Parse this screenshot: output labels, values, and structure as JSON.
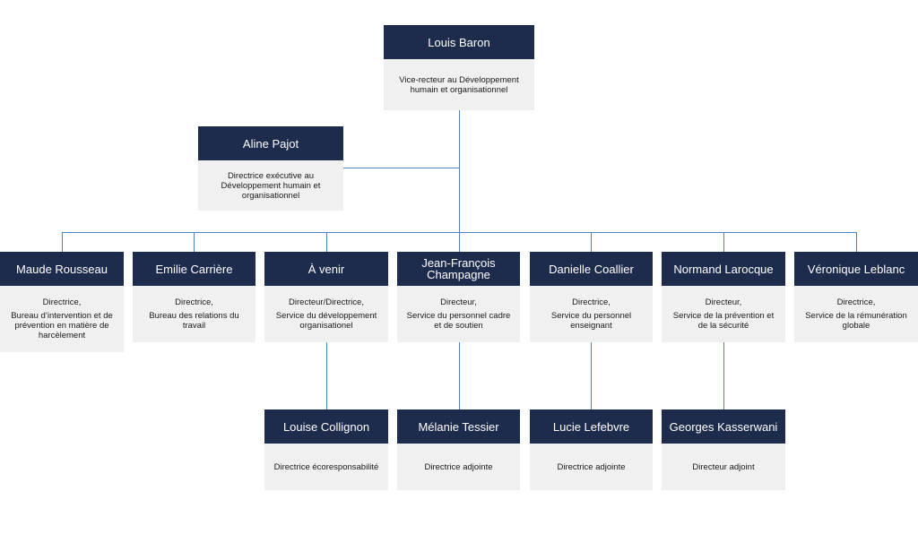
{
  "colors": {
    "header": "#1d2b4c",
    "body": "#f0f0f0",
    "connector": "#4f80c8"
  },
  "top": {
    "name": "Louis Baron",
    "title": [
      "Vice-recteur au Développement",
      "humain et organisationnel"
    ]
  },
  "executive": {
    "name": "Aline Pajot",
    "title": [
      "Directrice exécutive au",
      "Développement humain et",
      "organisationnel"
    ]
  },
  "directors": [
    {
      "name": "Maude Rousseau",
      "role": "Directrice,",
      "unit": [
        "Bureau d’intervention et de",
        "prévention en matière de",
        "harcèlement"
      ]
    },
    {
      "name": "Emilie Carrière",
      "role": "Directrice,",
      "unit": [
        "Bureau des relations du",
        "travail"
      ]
    },
    {
      "name": "À venir",
      "role": "Directeur/Directrice,",
      "unit": [
        "Service du développement",
        "organisationel"
      ]
    },
    {
      "name": "Jean-François Champagne",
      "name_lines": [
        "Jean-François",
        "Champagne"
      ],
      "role": "Directeur,",
      "unit": [
        "Service du personnel cadre",
        "et de soutien"
      ]
    },
    {
      "name": "Danielle Coallier",
      "role": "Directrice,",
      "unit": [
        "Service du personnel",
        "enseignant"
      ]
    },
    {
      "name": "Normand Larocque",
      "role": "Directeur,",
      "unit": [
        "Service de la prévention et",
        "de la sécurité"
      ]
    },
    {
      "name": "Véronique Leblanc",
      "role": "Directrice,",
      "unit": [
        "Service de la rémunération",
        "globale"
      ]
    }
  ],
  "assistants": [
    {
      "name": "Louise Collignon",
      "title": "Directrice écoresponsabilité"
    },
    {
      "name": "Mélanie Tessier",
      "title": "Directrice adjointe"
    },
    {
      "name": "Lucie Lefebvre",
      "title": "Directrice adjointe"
    },
    {
      "name": "Georges Kasserwani",
      "title": "Directeur adjoint"
    }
  ]
}
